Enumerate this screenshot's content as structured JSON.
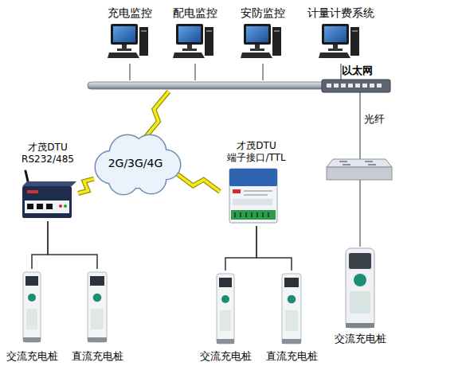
{
  "diagram": {
    "nodes": [
      {
        "text": [
          "充电监控"
        ]
      },
      {
        "text": [
          "配电监控"
        ]
      },
      {
        "text": [
          "安防监控"
        ]
      },
      {
        "text": [
          "计量计费系统"
        ]
      },
      {
        "text": [
          "以太网"
        ]
      },
      {
        "text": [
          "2G/3G/4G"
        ]
      },
      {
        "text": [
          "才茂DTU",
          "RS232/485"
        ]
      },
      {
        "text": [
          "才茂DTU",
          "端子接口/TTL"
        ]
      },
      {
        "text": [
          "交流充电桩"
        ]
      },
      {
        "text": [
          "直流充电桩"
        ]
      },
      {
        "text": [
          "交流充电桩"
        ]
      },
      {
        "text": [
          "直流充电桩"
        ]
      },
      {
        "text": [
          "交流充电桩"
        ]
      }
    ],
    "edges": [
      {
        "from": 0,
        "to": 4,
        "arrow": "none"
      },
      {
        "from": 1,
        "to": 4,
        "arrow": "none"
      },
      {
        "from": 2,
        "to": 4,
        "arrow": "none"
      },
      {
        "from": 3,
        "to": 4,
        "arrow": "none"
      },
      {
        "from": 4,
        "to": 5,
        "arrow": "none"
      },
      {
        "from": 5,
        "to": 6,
        "arrow": "none"
      },
      {
        "from": 5,
        "to": 7,
        "arrow": "none"
      },
      {
        "from": 6,
        "to": 8,
        "arrow": "none"
      },
      {
        "from": 6,
        "to": 9,
        "arrow": "none"
      },
      {
        "from": 7,
        "to": 10,
        "arrow": "none"
      },
      {
        "from": 7,
        "to": 11,
        "arrow": "none"
      },
      {
        "from": 4,
        "to": 12,
        "label": "光纤",
        "arrow": "none"
      }
    ]
  }
}
